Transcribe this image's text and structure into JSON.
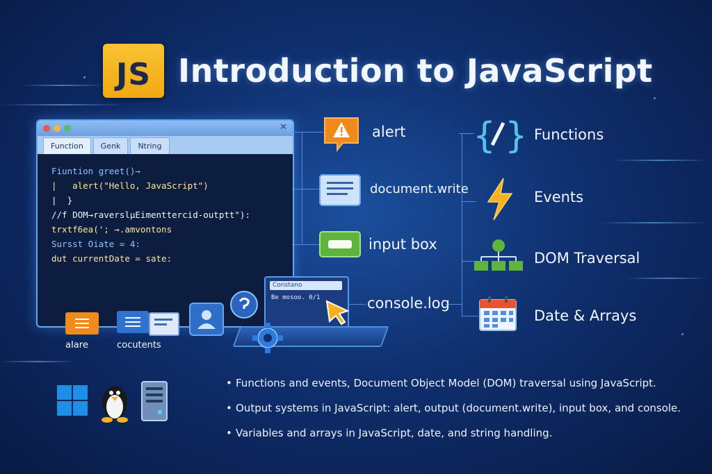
{
  "header": {
    "logo_text": "JS",
    "title": "Introduction to JavaScript"
  },
  "code_window": {
    "tabs": [
      "Function",
      "Genk",
      "Ntring"
    ],
    "lines": [
      "Fiuntion greet()→",
      "|   alert(\"Hello, JavaScript\")",
      "|  }",
      "",
      "//f DOM→raverslμEimenttercid-outptt\"):",
      "trxtf6ea('; →.amvontons",
      "",
      "Sursst Oiate = 4:",
      "dut currentDate = sate:"
    ]
  },
  "file_icons": {
    "label_left": "aIare",
    "label_right": "cocutents"
  },
  "laptop": {
    "bar_text": "Constano",
    "screen_text": "Be mosoo. 0/1"
  },
  "features_left": [
    {
      "label": "alert",
      "icon": "warning-bubble-icon"
    },
    {
      "label": "document.write",
      "icon": "document-icon"
    },
    {
      "label": "input box",
      "icon": "input-box-icon"
    },
    {
      "label": "console.log",
      "icon": "cursor-icon"
    }
  ],
  "features_right": [
    {
      "label": "Functions",
      "icon": "braces-icon"
    },
    {
      "label": "Events",
      "icon": "lightning-icon"
    },
    {
      "label": "DOM Traversal",
      "icon": "tree-icon"
    },
    {
      "label": "Date & Arrays",
      "icon": "calendar-icon"
    }
  ],
  "bullets": [
    "Functions and events, Document Object Model (DOM) traversal using JavaScript.",
    "Output systems in JavaScript: alert, output (document.write), input box, and console.",
    "Variables and arrays in JavaScript, date, and string handling."
  ],
  "os_icons": [
    "windows-icon",
    "linux-tux-icon",
    "server-icon"
  ],
  "colors": {
    "background": "#0f2f6e",
    "accent_yellow": "#f5b21e",
    "accent_orange": "#f28a1e",
    "line_blue": "#4f8fe0"
  }
}
